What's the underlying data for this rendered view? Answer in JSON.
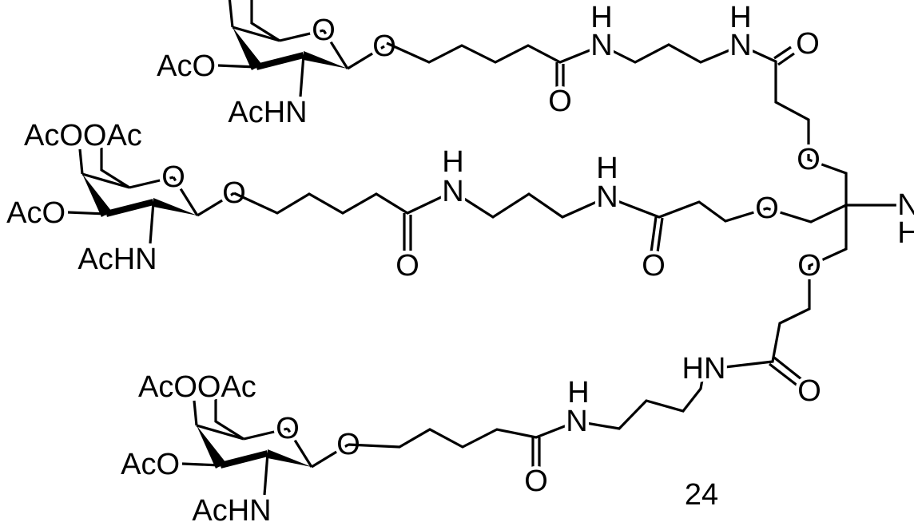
{
  "compound": {
    "number": "24"
  },
  "sugar_top": {
    "aco": "AcO",
    "achn": "AcHN",
    "ring_o": "O",
    "anomeric_o": "O"
  },
  "sugar_middle": {
    "acooac": "AcOOAc",
    "aco": "AcO",
    "achn": "AcHN",
    "ring_o": "O",
    "anomeric_o": "O"
  },
  "sugar_bottom": {
    "acooac": "AcOOAc",
    "aco": "AcO",
    "achn": "AcHN",
    "ring_o": "O",
    "anomeric_o": "O"
  },
  "arm_top": {
    "amide1_o": "O",
    "amide1_n": "N",
    "amide1_h": "H",
    "amide2_n": "N",
    "amide2_h": "H",
    "amide2_o": "O",
    "ether_o": "O"
  },
  "arm_middle": {
    "amide1_o": "O",
    "amide1_n": "N",
    "amide1_h": "H",
    "amide2_n": "N",
    "amide2_h": "H",
    "amide2_o": "O",
    "ether_o": "O"
  },
  "arm_bottom": {
    "amide1_o": "O",
    "amide1_n": "N",
    "amide1_h": "H",
    "amide2_hn": "HN",
    "amide2_o": "O",
    "ether_o": "O"
  },
  "core": {
    "n": "N",
    "h": "H"
  }
}
